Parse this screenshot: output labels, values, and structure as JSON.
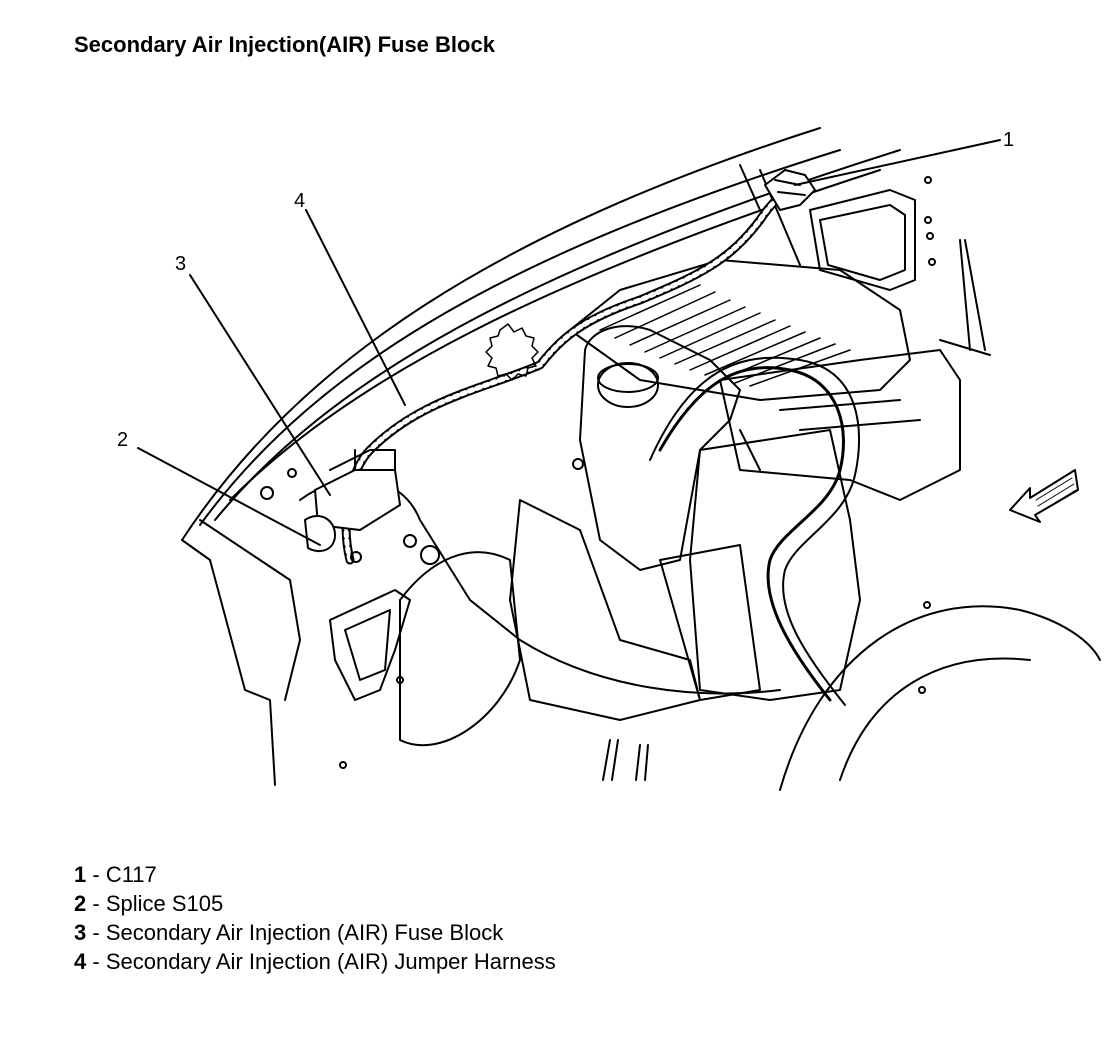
{
  "title": "Secondary Air Injection(AIR) Fuse Block",
  "callouts": [
    "1",
    "2",
    "3",
    "4"
  ],
  "legend": [
    {
      "num": "1",
      "sep": " - ",
      "text": "C117"
    },
    {
      "num": "2",
      "sep": " - ",
      "text": "Splice S105"
    },
    {
      "num": "3",
      "sep": " - ",
      "text": "Secondary Air Injection (AIR) Fuse Block"
    },
    {
      "num": "4",
      "sep": " - ",
      "text": "Secondary Air Injection (AIR) Jumper Harness"
    }
  ]
}
